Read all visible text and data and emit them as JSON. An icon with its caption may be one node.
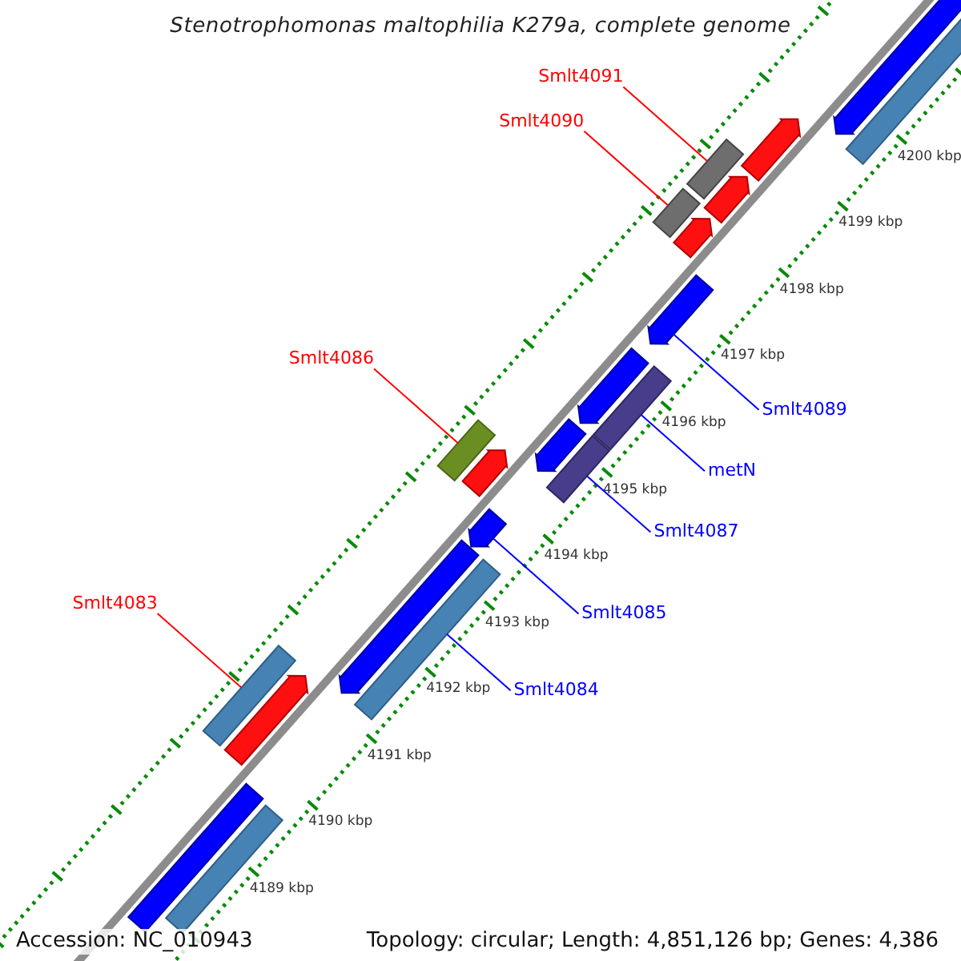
{
  "diagram": {
    "title": "Stenotrophomonas maltophilia K279a, complete genome",
    "nodes": [
      {
        "text": [
          "Smlt4091"
        ]
      },
      {
        "text": [
          "Smlt4090"
        ]
      },
      {
        "text": [
          "Smlt4086"
        ]
      },
      {
        "text": [
          "Smlt4089"
        ]
      },
      {
        "text": [
          "metN"
        ]
      },
      {
        "text": [
          "Smlt4087"
        ]
      },
      {
        "text": [
          "Smlt4085"
        ]
      },
      {
        "text": [
          "Smlt4083"
        ]
      },
      {
        "text": [
          "Smlt4084"
        ]
      },
      {
        "text": [],
        "shape": "pentagon"
      },
      {
        "text": [],
        "shape": "bar"
      },
      {
        "text": [],
        "shape": "bar"
      },
      {
        "text": [],
        "shape": "pentagon"
      },
      {
        "text": [],
        "shape": "pentagon"
      },
      {
        "text": [],
        "shape": "bar"
      },
      {
        "text": [],
        "shape": "pentagon"
      },
      {
        "text": [],
        "shape": "pentagon"
      },
      {
        "text": [],
        "shape": "pentagon"
      },
      {
        "text": [],
        "shape": "bar"
      },
      {
        "text": [],
        "shape": "pentagon"
      },
      {
        "text": [],
        "shape": "bar"
      },
      {
        "text": [],
        "shape": "bar"
      },
      {
        "text": [],
        "shape": "pentagon"
      },
      {
        "text": [],
        "shape": "pentagon"
      },
      {
        "text": [],
        "shape": "pentagon"
      },
      {
        "text": [],
        "shape": "bar"
      },
      {
        "text": [],
        "shape": "bar"
      },
      {
        "text": [],
        "shape": "pentagon"
      },
      {
        "text": [],
        "shape": "bar"
      },
      {
        "text": [],
        "shape": "bar"
      }
    ],
    "edges": [
      {
        "from": 0,
        "to": 11,
        "arrow": "none",
        "color": "#ff0000"
      },
      {
        "from": 1,
        "to": 14,
        "arrow": "none",
        "color": "#ff0000"
      },
      {
        "from": 2,
        "to": 21,
        "arrow": "none",
        "color": "#ff0000"
      },
      {
        "from": 3,
        "to": 16,
        "arrow": "none"
      },
      {
        "from": 4,
        "to": 18,
        "arrow": "none"
      },
      {
        "from": 5,
        "to": 20,
        "arrow": "none"
      },
      {
        "from": 6,
        "to": 23,
        "arrow": "none"
      },
      {
        "from": 7,
        "to": 26,
        "arrow": "none",
        "color": "#ff0000"
      },
      {
        "from": 8,
        "to": 25,
        "arrow": "none"
      }
    ],
    "labels": [
      "4200 kbp",
      "4199 kbp",
      "4198 kbp",
      "4197 kbp",
      "4196 kbp",
      "4195 kbp",
      "4194 kbp",
      "4193 kbp",
      "4192 kbp",
      "4191 kbp",
      "4190 kbp",
      "4189 kbp",
      "Accession: NC_010943",
      "Topology: circular; Length: 4,851,126 bp; Genes: 4,386"
    ]
  }
}
